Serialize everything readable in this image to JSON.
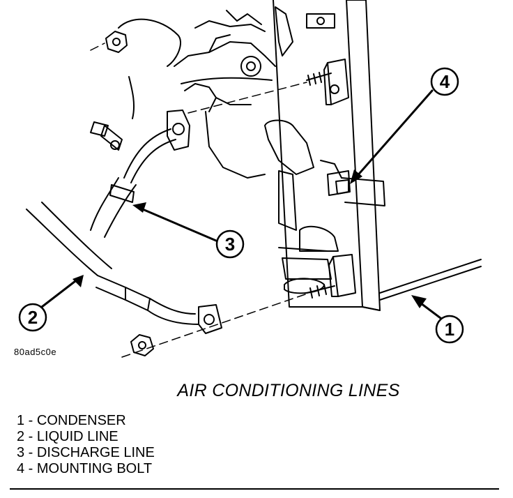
{
  "figure": {
    "code": "80ad5c0e",
    "callouts": [
      "1",
      "2",
      "3",
      "4"
    ]
  },
  "caption": "AIR CONDITIONING LINES",
  "legend": [
    "1 - CONDENSER",
    "2 - LIQUID LINE",
    "3 - DISCHARGE LINE",
    "4 - MOUNTING BOLT"
  ]
}
